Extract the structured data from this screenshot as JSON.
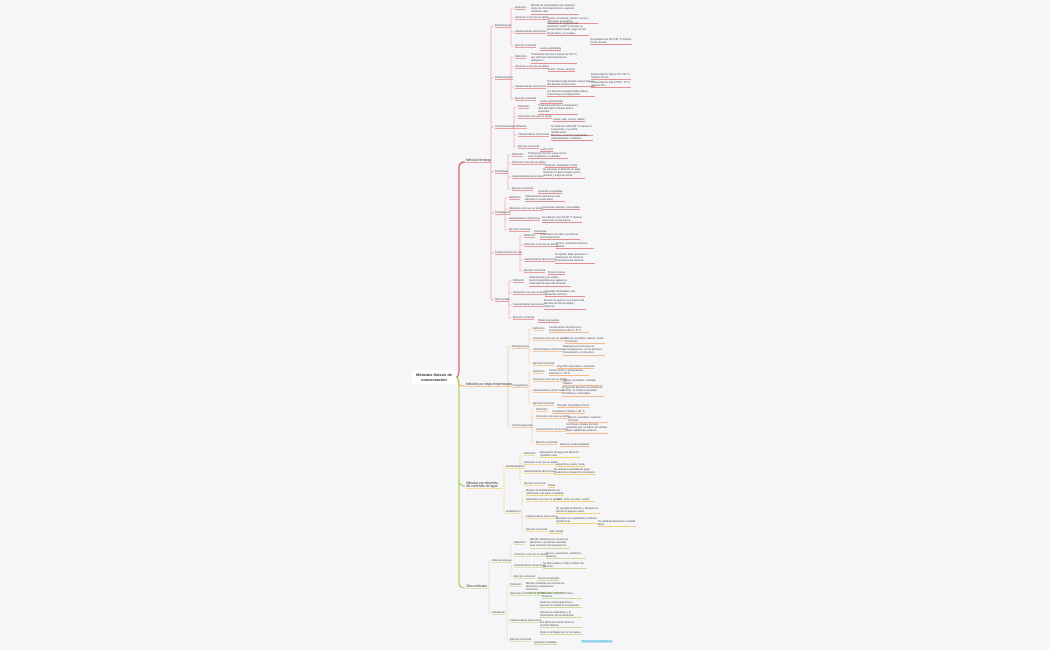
{
  "root": {
    "label": "Métodos físicos de conservación"
  },
  "colors": {
    "termicos": "#e05a5a",
    "bajas_temperaturas": "#f4b07a",
    "descenso_agua": "#f0cf6a",
    "otros": "#a9cf6a",
    "link": "#3aa8d8"
  },
  "branches": [
    {
      "label": "Métodos térmicos",
      "children": [
        {
          "label": "Esterilización",
          "items": [
            "Definición",
            "Alimentos a los que se aplica",
            "Características del proceso",
            "Ejemplo comercial"
          ]
        },
        {
          "label": "Pasteurización",
          "items": [
            "Definición",
            "Alimentos a los que se aplica",
            "Características del proceso",
            "Ejemplo comercial"
          ]
        },
        {
          "label": "Uperización/esterilización",
          "items": [
            "Definición",
            "Alimentos a los que se aplica",
            "Características del proceso",
            "Ejemplo comercial"
          ]
        },
        {
          "label": "Escaldado",
          "items": [
            "Definición",
            "Alimentos a los que se aplica",
            "Características del proceso",
            "Ejemplo comercial"
          ]
        },
        {
          "label": "Tindalización",
          "items": [
            "Definición",
            "Alimentos a los que se aplica",
            "Características del proceso",
            "Ejemplo comercial"
          ]
        },
        {
          "label": "Pasteurización en frío",
          "items": [
            "Definición",
            "Alimentos a los que se aplica",
            "Características del proceso",
            "Ejemplo comercial"
          ]
        },
        {
          "label": "Microondas",
          "items": [
            "Definición",
            "Alimentos a los que se aplica",
            "Características del proceso",
            "Ejemplo comercial"
          ]
        }
      ]
    },
    {
      "label": "Métodos por bajas temperaturas",
      "children": [
        {
          "label": "Refrigeración",
          "items": [
            "Definición",
            "Alimentos a los que se aplica",
            "Características del proceso",
            "Ejemplo comercial"
          ]
        },
        {
          "label": "Congelación",
          "items": [
            "Definición",
            "Alimentos a los que se aplica",
            "Características del proceso",
            "Ejemplo comercial"
          ]
        },
        {
          "label": "Ultracongelación",
          "items": [
            "Definición",
            "Alimentos a los que se aplica",
            "Características del proceso",
            "Ejemplo comercial"
          ]
        }
      ]
    },
    {
      "label": "Métodos por descenso del contenido de agua",
      "children": [
        {
          "label": "Deshidratación",
          "items": [
            "Definición",
            "Alimentos a los que se aplica",
            "Características del proceso",
            "Ejemplo comercial"
          ]
        },
        {
          "label": "Liofilización",
          "items": [
            "Definición",
            "Alimentos a los que se aplica",
            "Características del proceso",
            "Ejemplo comercial"
          ]
        }
      ]
    },
    {
      "label": "Otros métodos",
      "children": [
        {
          "label": "Altas presiones",
          "items": [
            "Definición",
            "Alimentos a los que se aplica",
            "Características del proceso",
            "Ejemplo comercial"
          ]
        },
        {
          "label": "Irradiación",
          "items": [
            "Definición",
            "Alimentos a los que se aplica",
            "Características del proceso",
            "Ejemplo comercial"
          ]
        }
      ]
    }
  ],
  "link": {
    "label": "Referencias bibliográficas"
  }
}
